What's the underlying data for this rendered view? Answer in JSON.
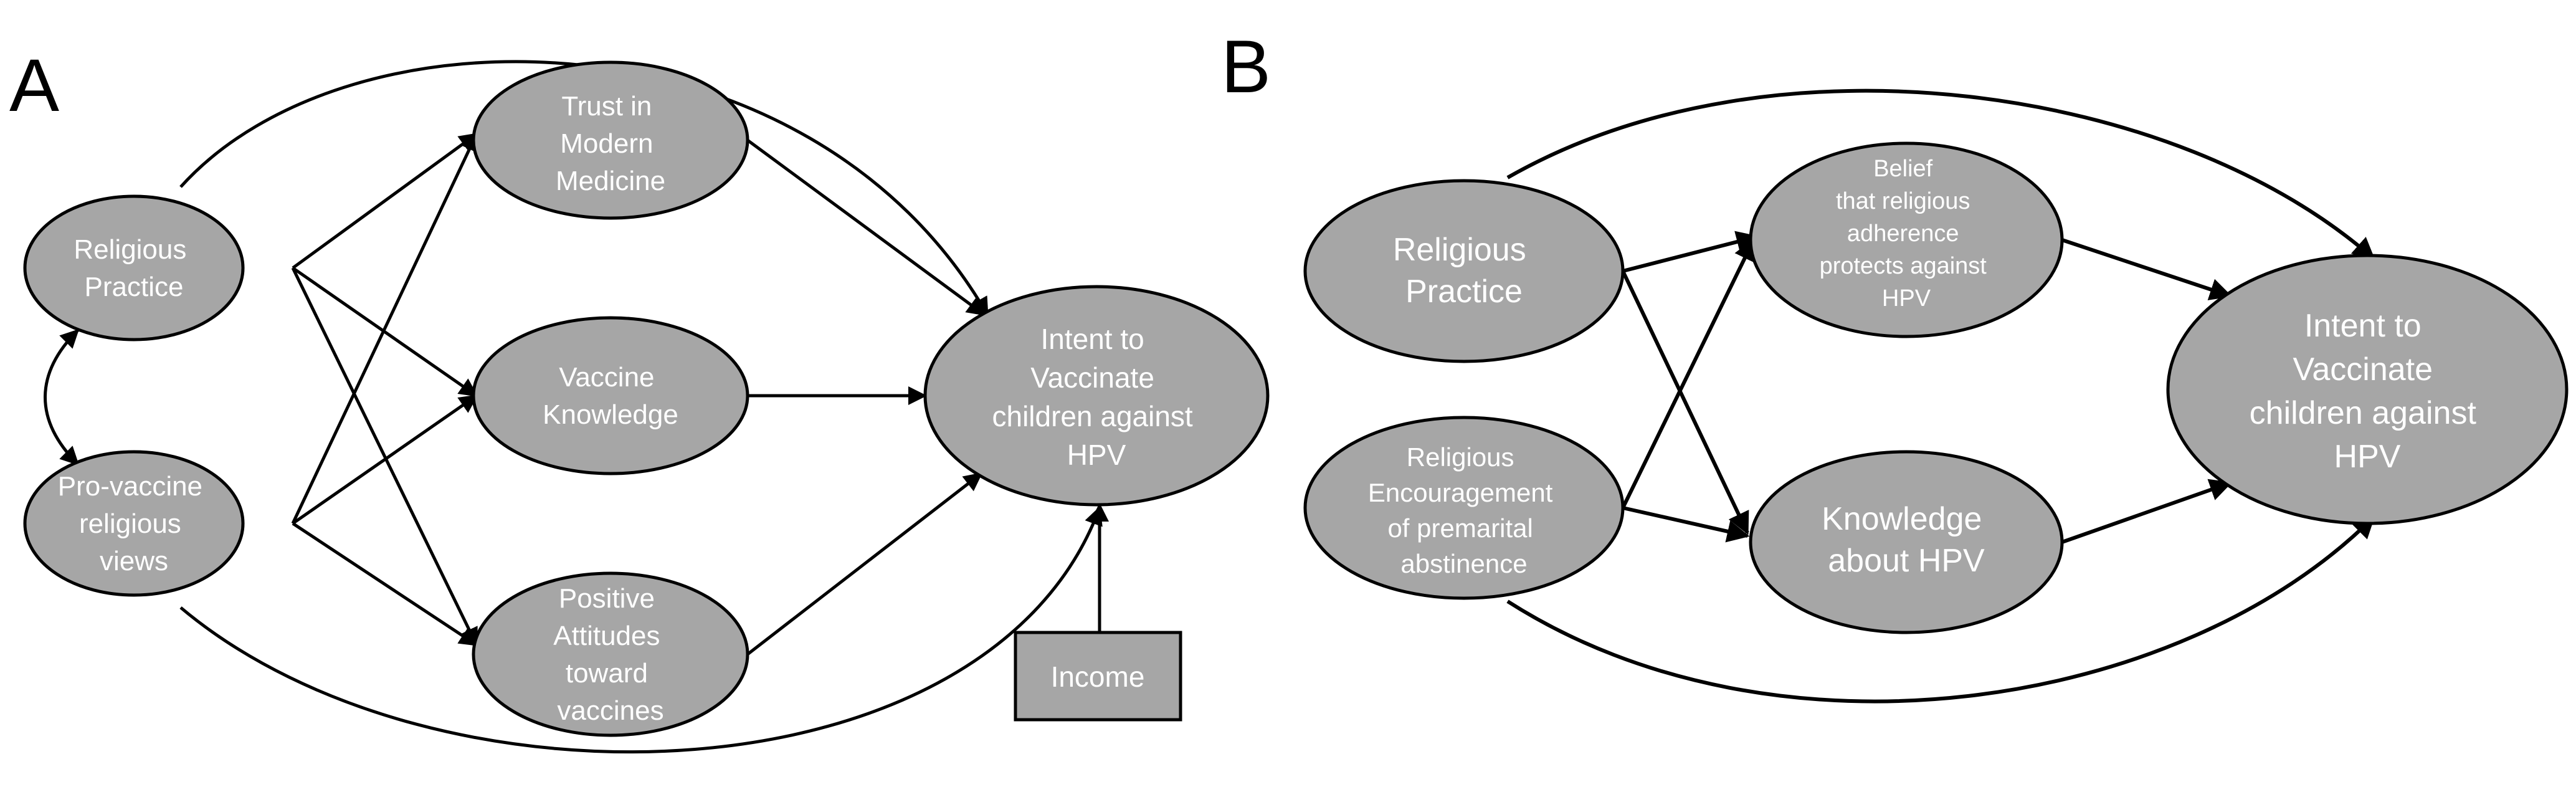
{
  "colors": {
    "node_fill": "#a6a6a6",
    "node_stroke": "#000000",
    "node_text": "#ffffff",
    "edge": "#000000"
  },
  "panelA": {
    "label": "A",
    "nodes": {
      "religious_practice": {
        "lines": [
          "Religious",
          "Practice"
        ]
      },
      "pro_vaccine_views": {
        "lines": [
          "Pro-vaccine",
          "religious",
          "views"
        ]
      },
      "trust_medicine": {
        "lines": [
          "Trust in",
          "Modern",
          "Medicine"
        ]
      },
      "vaccine_knowledge": {
        "lines": [
          "Vaccine",
          "Knowledge"
        ]
      },
      "positive_attitudes": {
        "lines": [
          "Positive",
          "Attitudes",
          "toward",
          "vaccines"
        ]
      },
      "intent": {
        "lines": [
          "Intent to",
          "Vaccinate",
          "children against",
          "HPV"
        ]
      },
      "income": {
        "lines": [
          "Income"
        ]
      }
    }
  },
  "panelB": {
    "label": "B",
    "nodes": {
      "religious_practice": {
        "lines": [
          "Religious",
          "Practice"
        ]
      },
      "encouragement": {
        "lines": [
          "Religious",
          "Encouragement",
          "of premarital",
          "abstinence"
        ]
      },
      "belief": {
        "lines": [
          "Belief",
          "that religious",
          "adherence",
          "protects against",
          "HPV"
        ]
      },
      "knowledge_hpv": {
        "lines": [
          "Knowledge",
          "about HPV"
        ]
      },
      "intent": {
        "lines": [
          "Intent to",
          "Vaccinate",
          "children against",
          "HPV"
        ]
      }
    }
  }
}
